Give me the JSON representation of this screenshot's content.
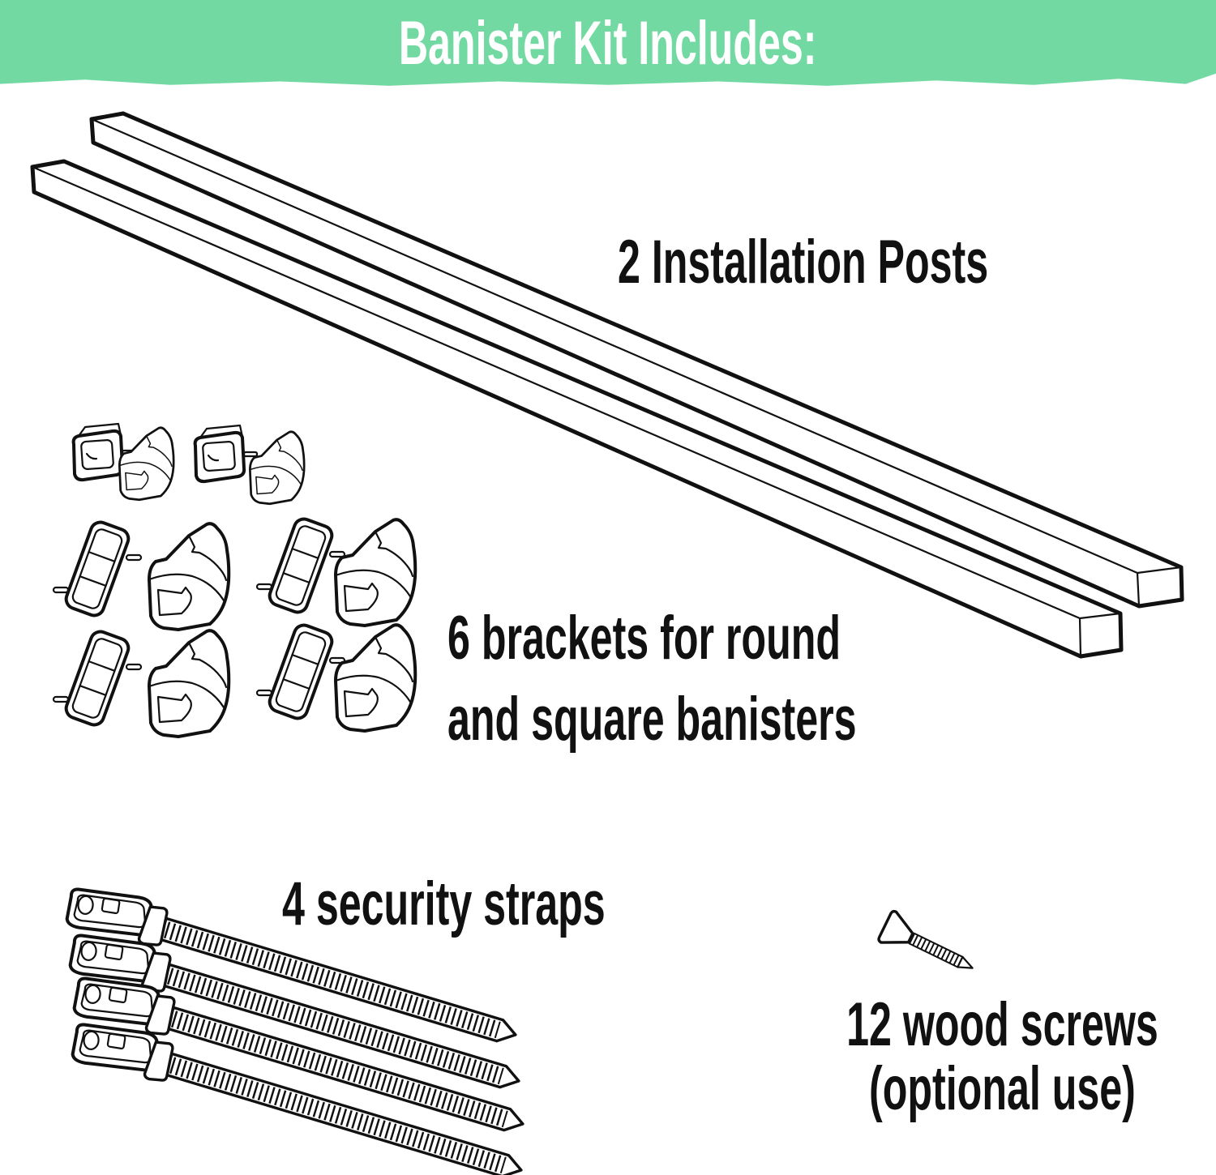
{
  "banner": {
    "title": "Banister Kit Includes:",
    "background_color": "#73d9a3",
    "title_color": "#ffffff"
  },
  "kit_items": [
    {
      "id": "installation-posts",
      "quantity": 2,
      "label": "2 Installation Posts"
    },
    {
      "id": "banister-brackets",
      "quantity": 6,
      "label_line1": "6 brackets for round",
      "label_line2": "and square banisters"
    },
    {
      "id": "security-straps",
      "quantity": 4,
      "label": "4 security straps"
    },
    {
      "id": "wood-screws",
      "quantity": 12,
      "label_line1": "12 wood screws",
      "label_line2": "(optional use)"
    }
  ],
  "illustration": {
    "ink_color": "#111111",
    "background_color": "#ffffff"
  }
}
